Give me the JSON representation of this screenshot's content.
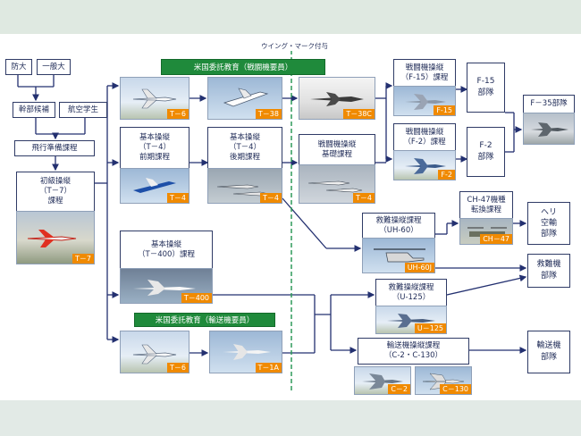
{
  "header": {
    "wing_mark": "ウイング・マーク付与"
  },
  "entries": {
    "bodai": "防大",
    "ippan": "一般大",
    "kanbu": "幹部候補",
    "kouku": "航空学生",
    "junbi": "飛行準備課程"
  },
  "shoshu": {
    "title": "初級操縦",
    "model": "（T－7）",
    "course": "課程",
    "tag": "T－7"
  },
  "us_fighter_training": {
    "title": "米国委託教育（戦闘機要員）",
    "tags": [
      "T－6",
      "T－38",
      "T－38C"
    ]
  },
  "us_transport_training": {
    "title": "米国委託教育（輸送機要員）",
    "tags": [
      "T－6",
      "T－1A"
    ]
  },
  "basic_early": {
    "line1": "基本操縦",
    "line2": "（T－4）",
    "line3": "前期課程",
    "tag": "T－4"
  },
  "basic_late": {
    "line1": "基本操縦",
    "line2": "（T－4）",
    "line3": "後期課程",
    "tag": "T－4"
  },
  "fighter_basic": {
    "line1": "戦闘機操縦",
    "line2": "基礎課程",
    "tag": "T－4"
  },
  "f15_course": {
    "line1": "戦闘機操縦",
    "line2": "（F-15）課程",
    "tag": "F-15"
  },
  "f2_course": {
    "line1": "戦闘機操縦",
    "line2": "（F-2）課程",
    "tag": "F-2"
  },
  "f15_unit": {
    "line1": "F-15",
    "line2": "部隊"
  },
  "f2_unit": {
    "line1": "F-2",
    "line2": "部隊"
  },
  "f35_unit": {
    "label": "F－35部隊"
  },
  "t400_basic": {
    "line1": "基本操縦",
    "line2": "（T－400）課程",
    "tag": "T－400"
  },
  "rescue_uh60": {
    "line1": "救難操縦課程",
    "line2": "（UH-60）",
    "tag": "UH-60J"
  },
  "ch47": {
    "line1": "CH-47機種",
    "line2": "転換課程",
    "tag": "CH－47"
  },
  "heli_unit": {
    "line1": "ヘリ",
    "line2": "空輸",
    "line3": "部隊"
  },
  "rescue_unit": {
    "line1": "救難機",
    "line2": "部隊"
  },
  "rescue_u125": {
    "line1": "救難操縦課程",
    "line2": "（U-125）",
    "tag": "U－125"
  },
  "transport_course": {
    "line1": "輸送機操縦課程",
    "line2": "（C-2・C-130）",
    "tags": [
      "C－2",
      "C－130"
    ]
  },
  "transport_unit": {
    "line1": "輸送機",
    "line2": "部隊"
  },
  "colors": {
    "box_border": "#2f3b66",
    "green_banner": "#1f8a3b",
    "tag_orange": "#f08a00",
    "arrow": "#233070",
    "wing_line": "#2e9a5a"
  }
}
